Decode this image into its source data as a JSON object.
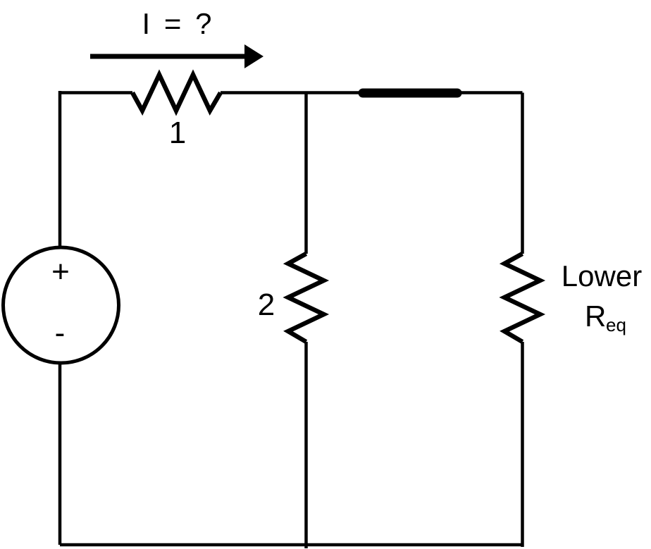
{
  "diagram": {
    "background_color": "#ffffff",
    "stroke_color": "#000000",
    "text_color": "#000000",
    "labels": {
      "current": "I = ?",
      "resistor_top": "1",
      "resistor_middle": "2",
      "right_label_line1": "Lower",
      "right_label_symbol": "R",
      "right_label_subscript": "eq",
      "source_plus": "+",
      "source_minus": "-"
    }
  }
}
